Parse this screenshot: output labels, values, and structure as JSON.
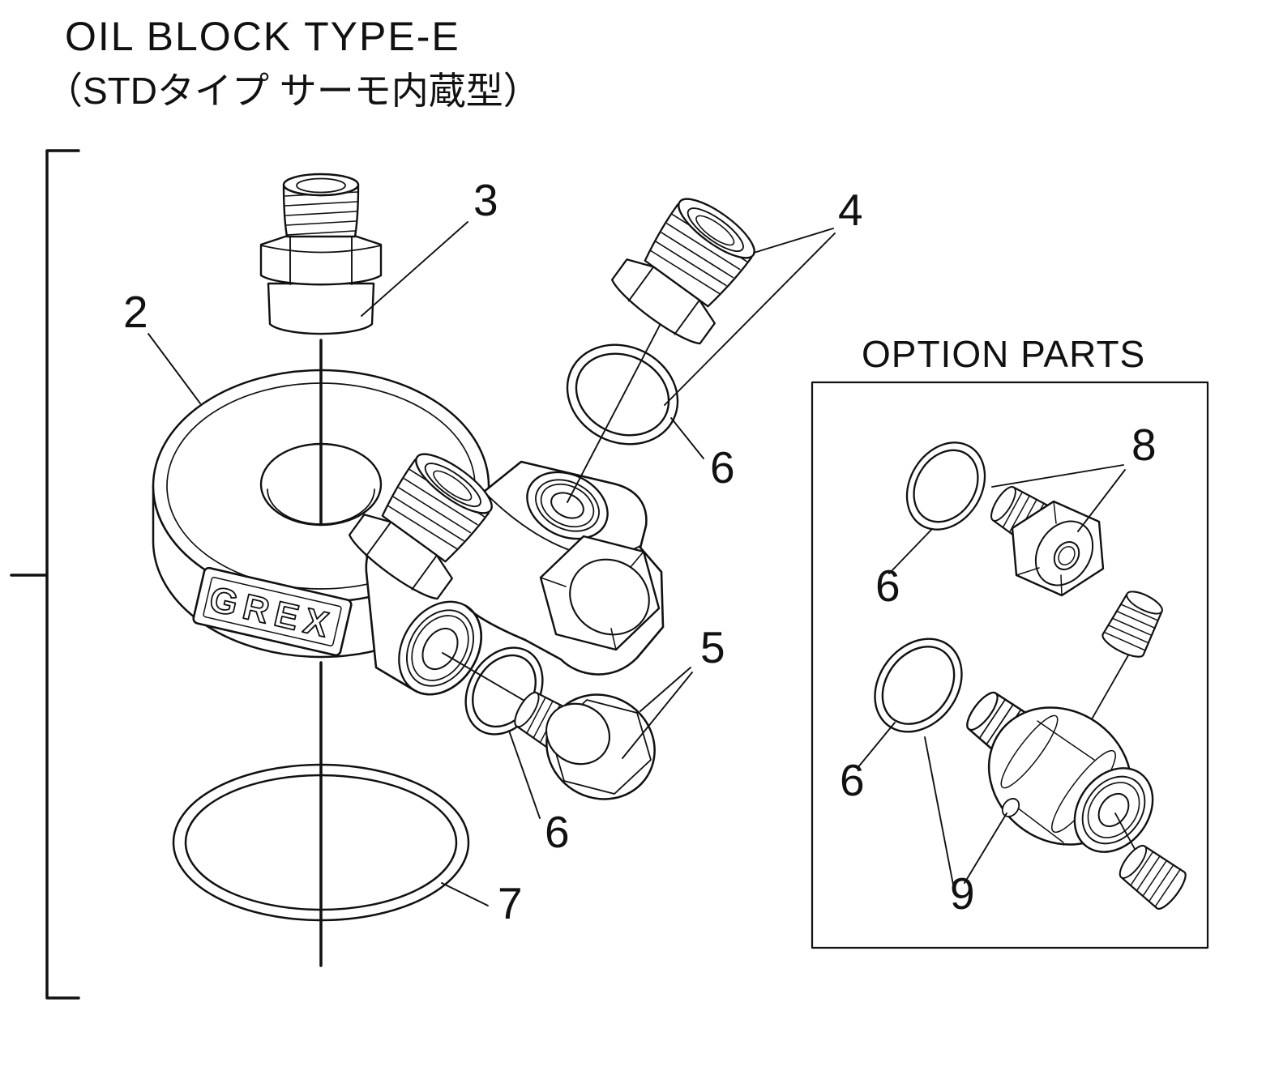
{
  "title": {
    "line1": "OIL BLOCK TYPE-E",
    "line2": "（STDタイプ サーモ内蔵型）"
  },
  "option_box": {
    "label": "OPTION PARTS"
  },
  "brand": {
    "logo": "GREX"
  },
  "callouts": {
    "part2": "2",
    "part3": "3",
    "part4": "4",
    "part5": "5",
    "part7": "7",
    "part8": "8",
    "part9": "9",
    "oring_main_top": "6",
    "oring_main_bottom": "6",
    "oring_option_top": "6",
    "oring_option_bottom": "6"
  },
  "colors": {
    "line": "#111111",
    "background": "#ffffff"
  }
}
